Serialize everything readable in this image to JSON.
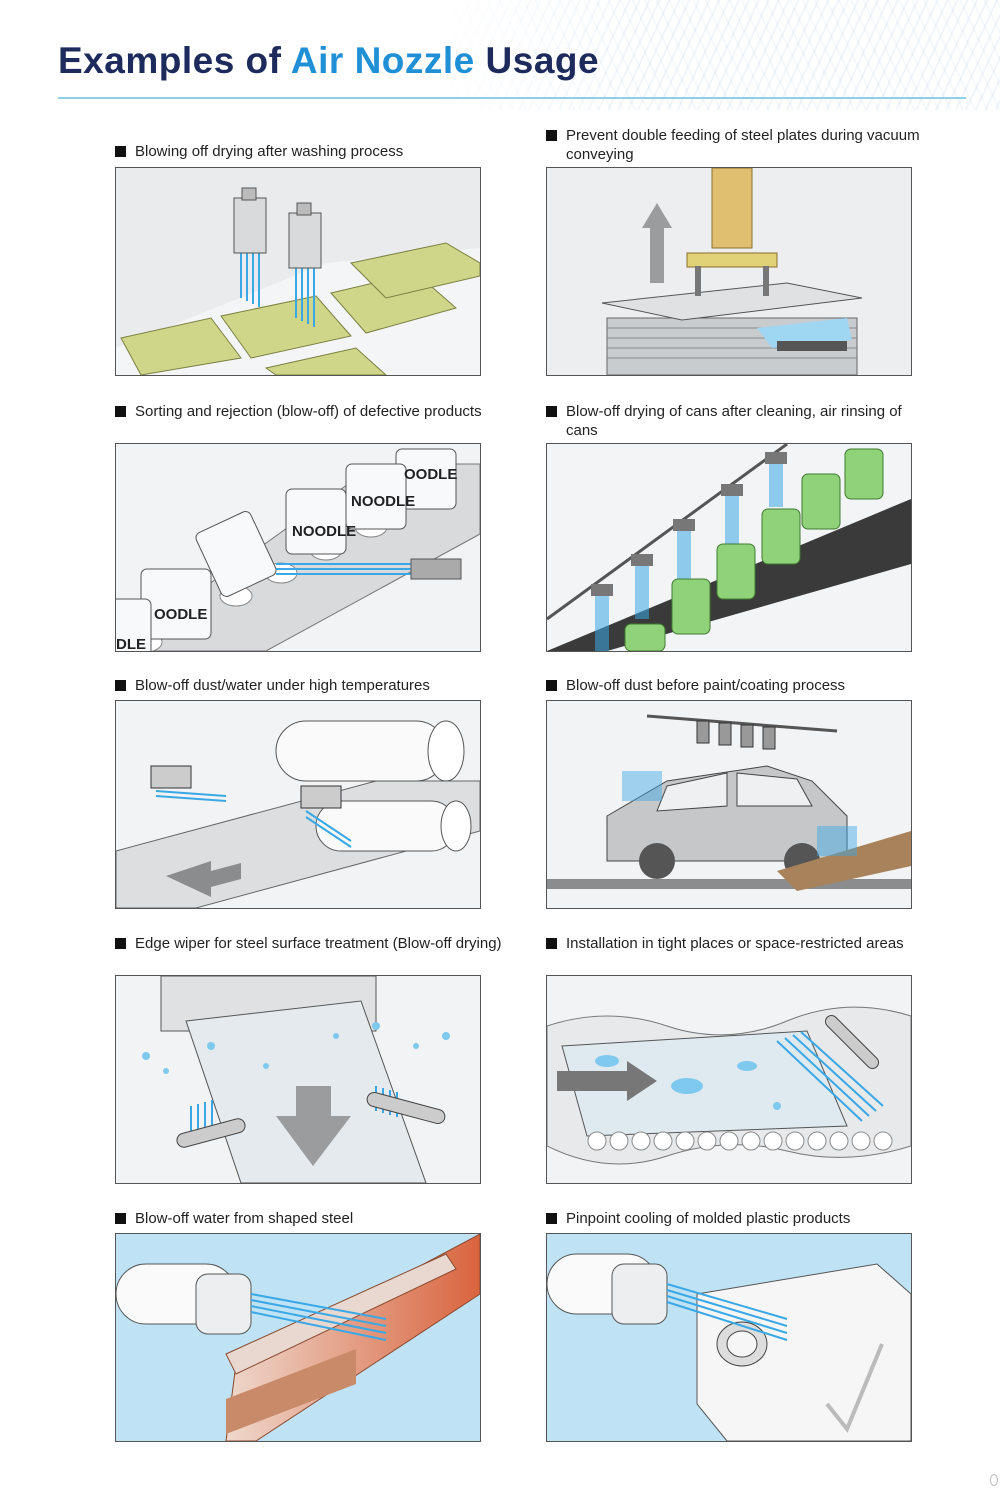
{
  "page": {
    "title_part1": "Examples of ",
    "title_accent": "Air Nozzle",
    "title_part2": " Usage"
  },
  "examples": [
    {
      "caption": "Blowing off drying after washing process"
    },
    {
      "caption": "Prevent double feeding of steel plates during vacuum conveying"
    },
    {
      "caption": "Sorting and rejection (blow-off) of defective products"
    },
    {
      "caption": "Blow-off drying of cans after cleaning, air rinsing of cans"
    },
    {
      "caption": "Blow-off dust/water under high temperatures"
    },
    {
      "caption": "Blow-off dust before paint/coating process"
    },
    {
      "caption": "Edge wiper for steel surface treatment (Blow-off drying)"
    },
    {
      "caption": "Installation in tight places or space-restricted areas"
    },
    {
      "caption": "Blow-off water from shaped steel"
    },
    {
      "caption": "Pinpoint cooling of molded plastic products"
    }
  ],
  "illustration_labels": {
    "noodle": "NOODLE",
    "noodle_partial": "OODLE",
    "noodle_edge": "DLE"
  },
  "colors": {
    "title": "#1d2a5c",
    "accent": "#1f8fd6",
    "air": "#3aa8e6",
    "rule": "#8fd0e6"
  }
}
